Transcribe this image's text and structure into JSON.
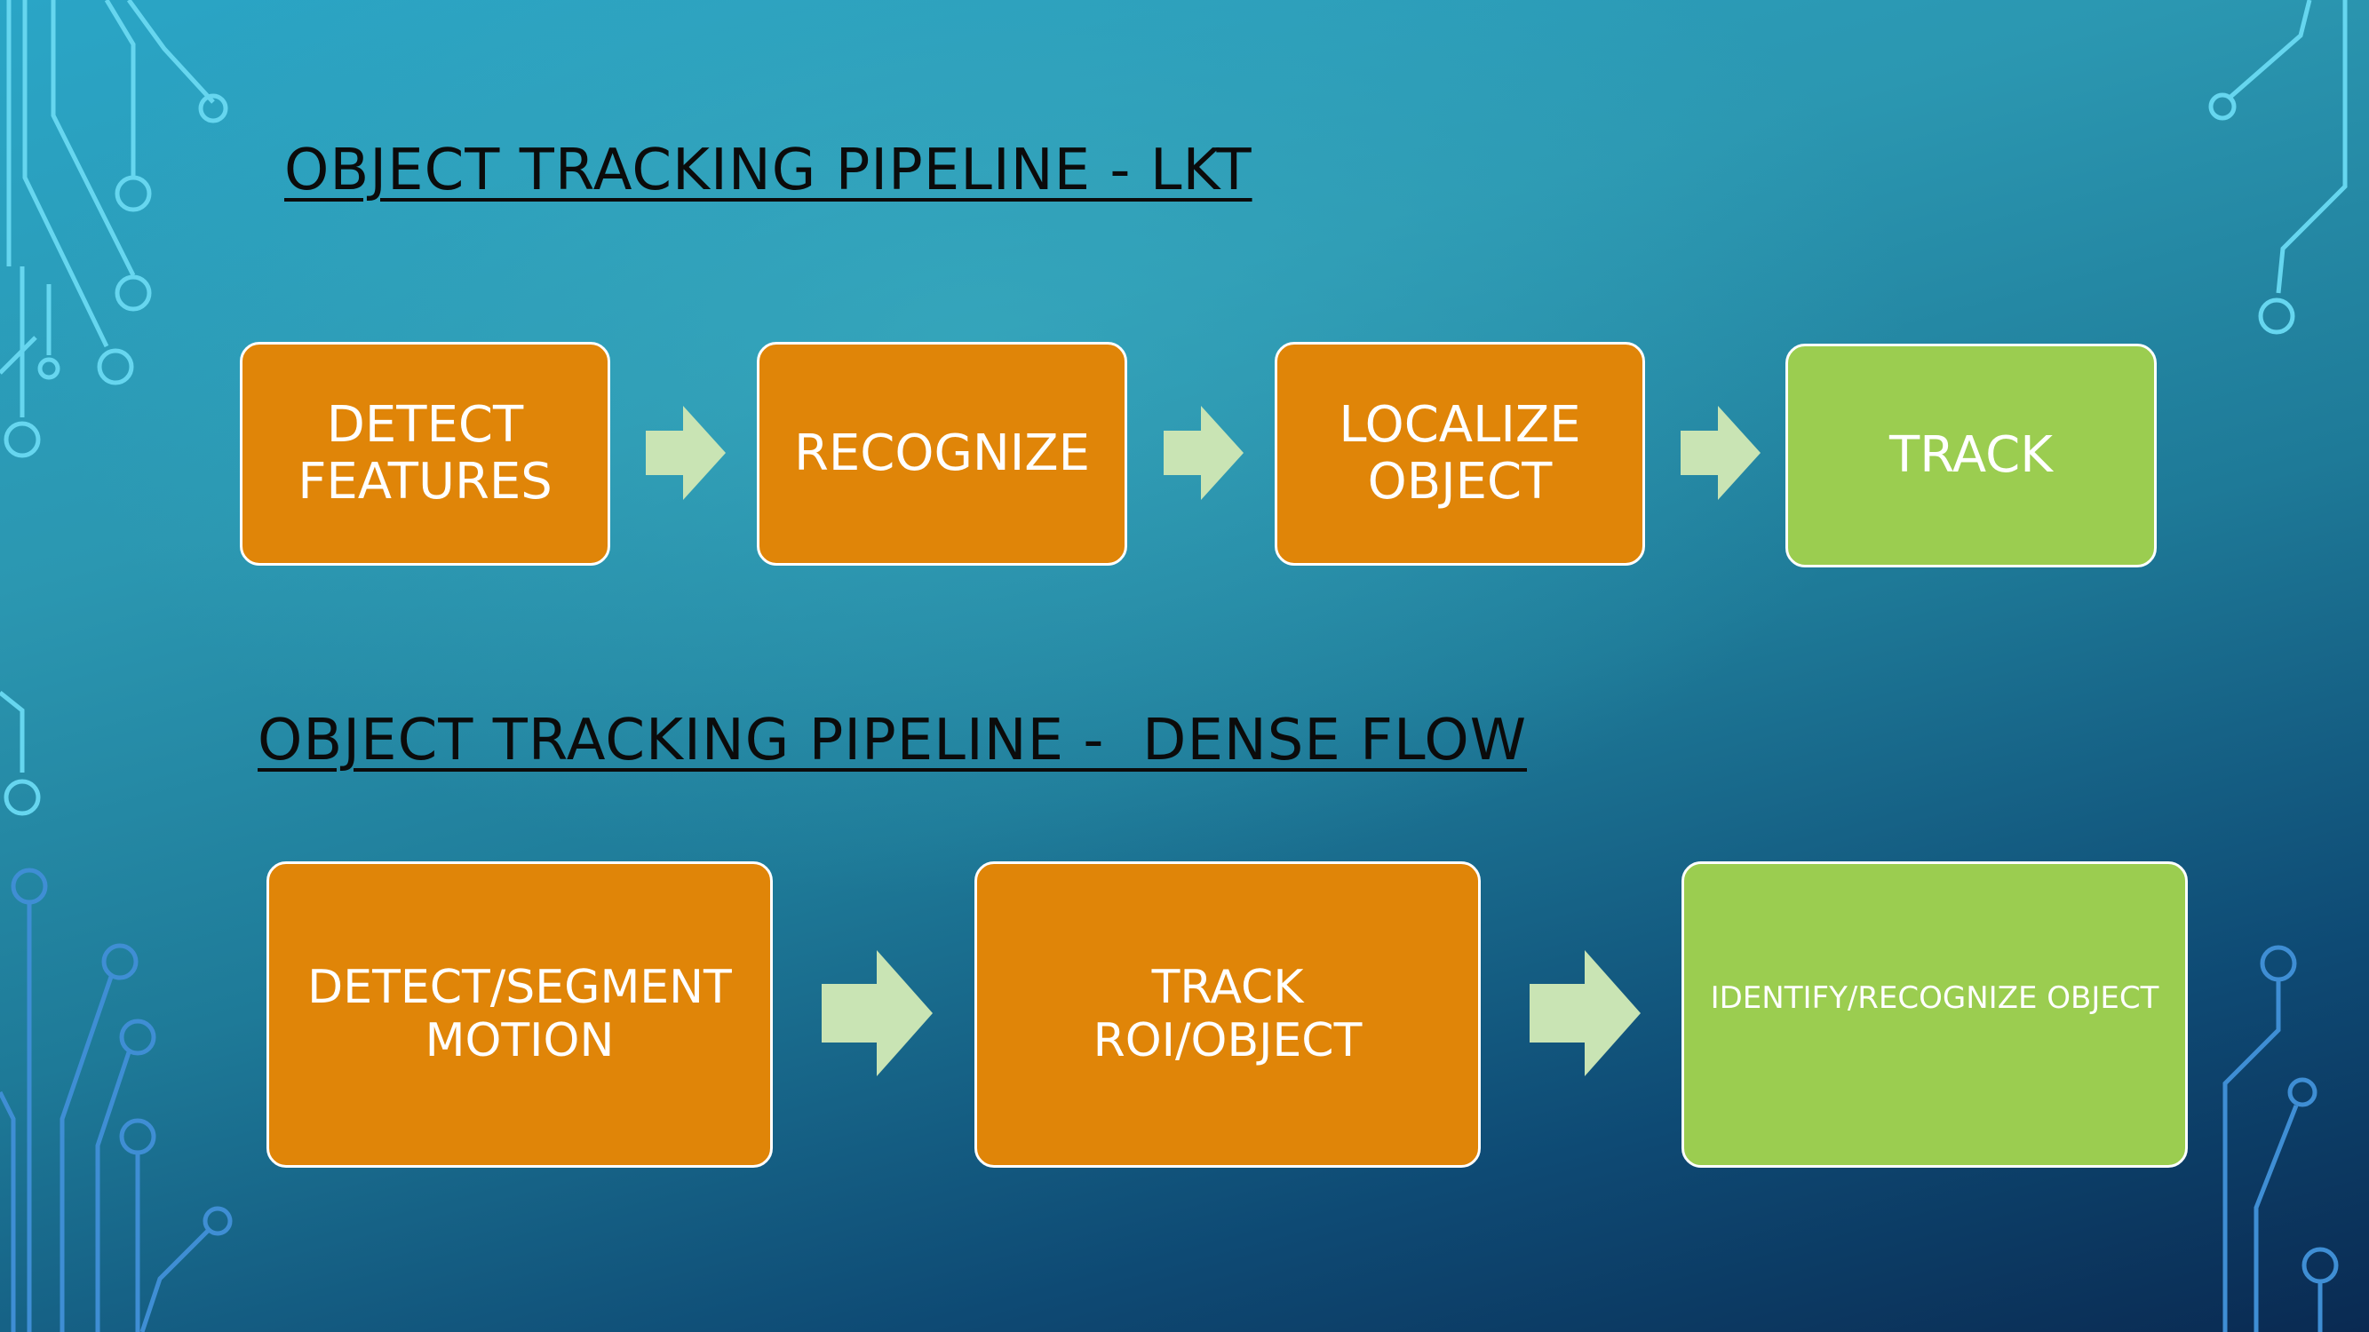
{
  "slide": {
    "pipeline_lkt": {
      "title": "OBJECT TRACKING PIPELINE - LKT",
      "steps": [
        {
          "label": "DETECT\nFEATURES",
          "color": "#e08508"
        },
        {
          "label": "RECOGNIZE",
          "color": "#e08508"
        },
        {
          "label": "LOCALIZE\nOBJECT",
          "color": "#e08508"
        },
        {
          "label": "TRACK",
          "color": "#9bcd50"
        }
      ]
    },
    "pipeline_dense": {
      "title": "OBJECT TRACKING PIPELINE -  DENSE FLOW",
      "steps": [
        {
          "label": "DETECT/SEGMENT\nMOTION",
          "color": "#e08508"
        },
        {
          "label": "TRACK\nROI/OBJECT",
          "color": "#e08508"
        },
        {
          "label": "IDENTIFY/RECOGNIZE OBJECT",
          "color": "#9bcd50"
        }
      ]
    },
    "colors": {
      "arrow": "#c9e4b4",
      "circuit_light": "#66d6ef",
      "circuit_dark": "#3f8ed4"
    }
  }
}
